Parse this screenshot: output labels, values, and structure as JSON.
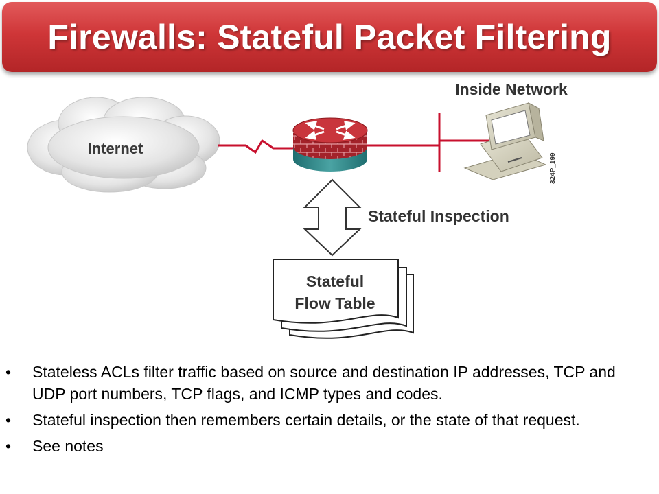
{
  "title": "Firewalls: Stateful Packet Filtering",
  "diagram": {
    "cloud_label": "Internet",
    "inside_label": "Inside Network",
    "inspection_label": "Stateful Inspection",
    "table_label_line1": "Stateful",
    "table_label_line2": "Flow Table",
    "figure_code": "324P_199",
    "colors": {
      "link": "#c8102e",
      "router_top": "#c8323a",
      "router_wall": "#9e1c22",
      "router_base": "#2f8a8c",
      "cloud": "#e6e6e6"
    }
  },
  "bullets": [
    {
      "marker": "•",
      "text": "Stateless ACLs filter traffic based on source and destination IP addresses, TCP and UDP port numbers, TCP flags, and ICMP types and codes."
    },
    {
      "marker": "•",
      "text": "Stateful inspection then remembers certain details, or the state of that request."
    },
    {
      "marker": "•",
      "text": "See notes"
    }
  ]
}
